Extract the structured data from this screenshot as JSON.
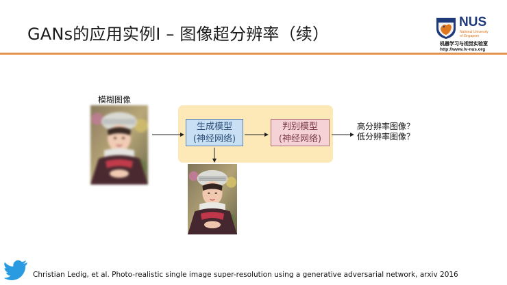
{
  "slide": {
    "title": "GANs的应用实例I – 图像超分辨率（续）",
    "accent_color": "#e5924a"
  },
  "logo": {
    "name": "NUS",
    "subtitle_line1": "National University",
    "subtitle_line2": "of Singapore",
    "lab_name": "机器学习与视觉实验室",
    "url": "http://www.lv-nus.org"
  },
  "diagram": {
    "blurry_label": "模糊图像",
    "generator": {
      "line1": "生成模型",
      "line2": "(神经网络)",
      "color": "#c9dff3"
    },
    "discriminator": {
      "line1": "判别模型",
      "line2": "(神经网络)",
      "color": "#f4d2d5"
    },
    "group_color": "#fde9b8",
    "output_question_1": "高分辨率图像？",
    "output_question_2": "低分辨率图像？"
  },
  "footer": {
    "icon": "twitter-bird-icon",
    "citation": "Christian Ledig, et al. Photo-realistic single image super-resolution using a generative adversarial network, arxiv 2016"
  }
}
